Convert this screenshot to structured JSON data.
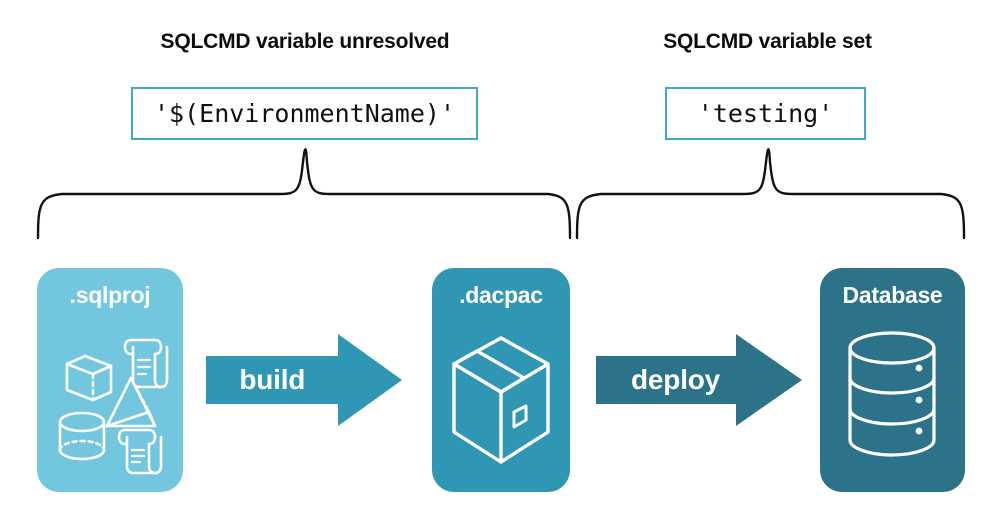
{
  "diagram": {
    "title_left": "SQLCMD variable unresolved",
    "title_right": "SQLCMD variable set",
    "code_left": "'$(EnvironmentName)'",
    "code_right": "'testing'",
    "stages": [
      {
        "label": ".sqlproj",
        "art": "project-artifacts-icon",
        "color": "#72C6DD"
      },
      {
        "label": ".dacpac",
        "art": "package-box-icon",
        "color": "#2F96B4"
      },
      {
        "label": "Database",
        "art": "database-cylinder-icon",
        "color": "#2C7389"
      }
    ],
    "arrows": [
      {
        "label": "build",
        "color": "#2F96B4"
      },
      {
        "label": "deploy",
        "color": "#2C7389"
      }
    ],
    "colors": {
      "code_border": "#3FA9C9",
      "brace": "#111111",
      "text": "#0c0c0c",
      "background": "#ffffff"
    }
  }
}
